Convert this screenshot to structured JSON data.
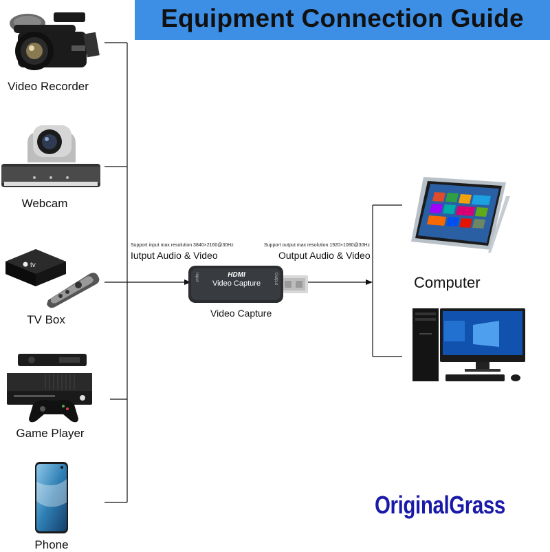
{
  "header": {
    "title": "Equipment Connection Guide"
  },
  "sources": [
    {
      "label": "Video Recorder"
    },
    {
      "label": "Webcam"
    },
    {
      "label": "TV Box"
    },
    {
      "label": "Game Player"
    },
    {
      "label": "Phone"
    }
  ],
  "capture": {
    "input_note": "Support input max resolution 3840×2160@30Hz",
    "input_label": "Iutput Audio & Video",
    "output_note": "Support output max resolution 1920×1080@30Hz",
    "output_label": "Output Audio & Video",
    "label": "Video Capture",
    "device_brand": "HDMI",
    "device_text": "Video Capture",
    "port_in": "Input",
    "port_out": "Output"
  },
  "destination": {
    "label": "Computer"
  },
  "tv_logo": "tv",
  "brand": "OriginalGrass",
  "colors": {
    "title_bar": "#3d8fe6",
    "brand": "#1a1aa8"
  },
  "icons": [
    "camcorder-icon",
    "webcam-icon",
    "tv-box-icon",
    "game-console-icon",
    "phone-icon",
    "tablet-icon",
    "desktop-computer-icon",
    "hdmi-capture-device-icon"
  ]
}
